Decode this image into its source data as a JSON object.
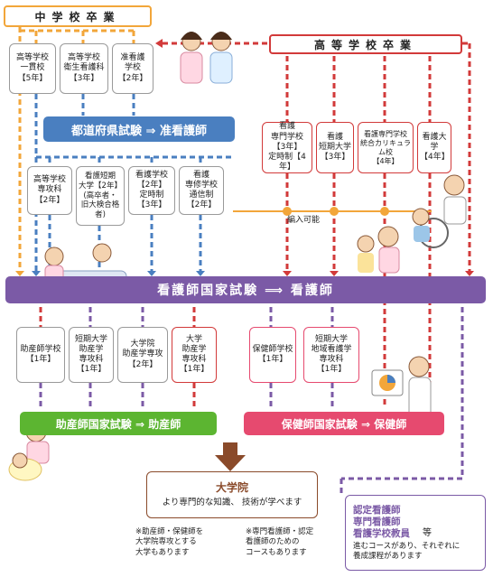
{
  "headers": {
    "junior_high": "中学校卒業",
    "high_school": "高等学校卒業"
  },
  "top_schools": {
    "integrated_hs": "高等学校\n一貫校\n【5年】",
    "hs_nursing_course": "高等学校\n衛生看護科\n【3年】",
    "prac_nurse_school": "准看護\n学校\n【2年】"
  },
  "exam_prefectural": "都道府県試験 ⇒ 准看護師",
  "mid_schools": {
    "hs_advanced": "高等学校\n専攻科\n【2年】",
    "junior_college_2y": "看護短期\n大学【2年】\n(高卒者・\n旧大検合格者)",
    "nursing_school_2y": "看護学校\n【2年】\n定時制\n【3年】",
    "nursing_correspondence": "看護\n専修学校\n通信制\n【2年】"
  },
  "hs_route_schools": {
    "nursing_vocational": "看護\n専門学校\n【3年】\n定時制【4年】",
    "nursing_junior_college": "看護\n短期大学\n【3年】",
    "integrated_curriculum": "看護専門学校\n統合カリキュラム校\n【4年】",
    "nursing_university": "看護大学\n【4年】"
  },
  "transfer_label": "編入可能",
  "exam_national_nurse": "看護師国家試験 ⟹ 看護師",
  "post_schools": {
    "midwifery_school": "助産師学校\n【1年】",
    "jc_midwifery": "短期大学\n助産学\n専攻科\n【1年】",
    "grad_midwifery": "大学院\n助産学専攻\n【2年】",
    "univ_midwifery": "大学\n助産学\n専攻科\n【1年】",
    "phn_school": "保健師学校\n【1年】",
    "jc_community": "短期大学\n地域看護学\n専攻科\n【1年】"
  },
  "exam_midwife": "助産師国家試験 ⇒ 助産師",
  "exam_phn": "保健師国家試験 ⇒ 保健師",
  "grad_school": {
    "title": "大学院",
    "subtitle": "より専門的な知識、 技術が学べます"
  },
  "notes": {
    "midwife_phn_note": "※助産師・保健師を\n大学院専攻とする\n大学もあります",
    "certified_note": "※専門看護師・認定\n看護師のための\nコースもあります"
  },
  "advanced": {
    "line1": "認定看護師",
    "line2": "専門看護師",
    "line3": "看護学校教員",
    "etc": "等",
    "desc": "進むコースがあり、それぞれに\n養成課程があります"
  },
  "colors": {
    "orange": "#f2a63a",
    "blue": "#4a7fc0",
    "purple": "#7b5aa6",
    "red": "#d23a3a",
    "pink": "#e64a6f",
    "green": "#5cb531",
    "brown": "#8a4a2a"
  },
  "icons": [
    "nurse-pair-illustration",
    "elderly-wheelchair-illustration",
    "patient-bed-illustration",
    "mother-child-illustration",
    "midwife-baby-illustration",
    "health-nurse-chart-illustration"
  ]
}
